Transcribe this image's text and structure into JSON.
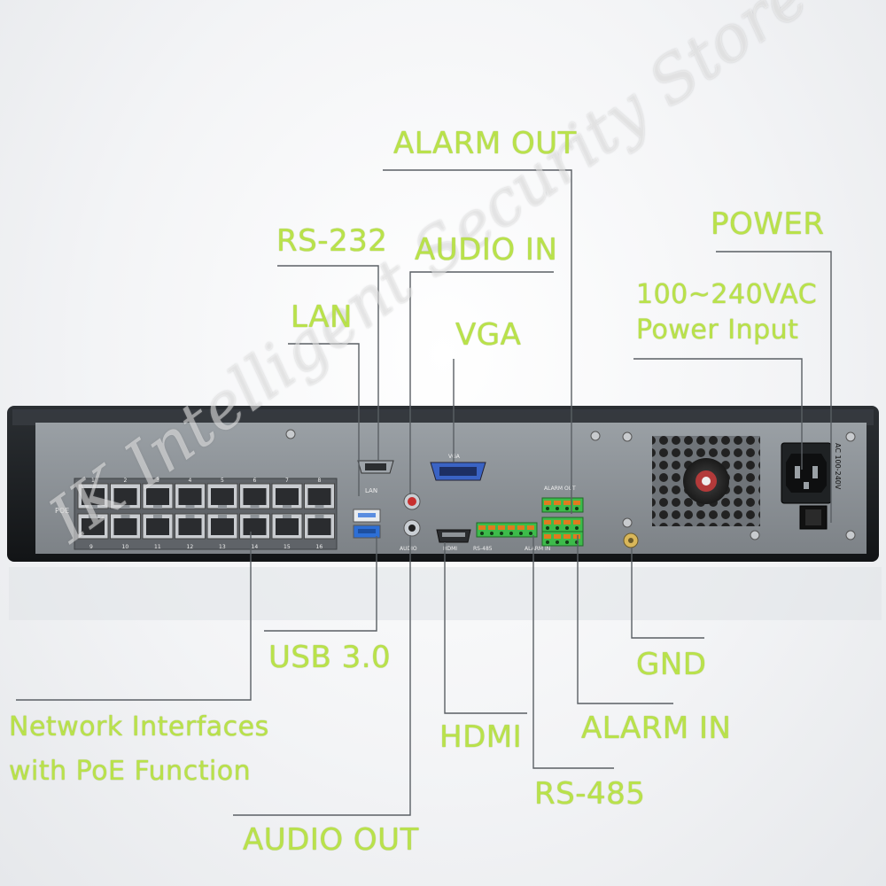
{
  "device": {
    "panel_labels": {
      "poe": "POE",
      "lan": "LAN",
      "vga": "VGA",
      "alarm_out": "ALARM OUT",
      "audio": "AUDIO",
      "hdmi": "HDMI",
      "rs485": "RS-485",
      "alarm_in": "ALARM IN",
      "ac_rating": "AC 100-240V",
      "port_numbers_top": [
        "1",
        "2",
        "3",
        "4",
        "5",
        "6",
        "7",
        "8"
      ],
      "port_numbers_bottom": [
        "9",
        "10",
        "11",
        "12",
        "13",
        "14",
        "15",
        "16"
      ]
    }
  },
  "callouts": {
    "alarm_out": "ALARM OUT",
    "rs232": "RS-232",
    "audio_in": "AUDIO IN",
    "power": "POWER",
    "lan": "LAN",
    "power_input_line1": "100~240VAC",
    "power_input_line2": "Power Input",
    "vga": "VGA",
    "usb": "USB 3.0",
    "gnd": "GND",
    "network_line1": "Network Interfaces",
    "network_line2": "with PoE Function",
    "hdmi": "HDMI",
    "alarm_in": "ALARM IN",
    "rs485": "RS-485",
    "audio_out": "AUDIO OUT"
  },
  "watermark": "IK Intelligent Security Store",
  "colors": {
    "callout_text": "#b9e24a",
    "leader_line": "#5a5f64",
    "chassis": "#1c1f22",
    "panel": "#8a8f94",
    "terminal_green": "#3dbb4a"
  }
}
